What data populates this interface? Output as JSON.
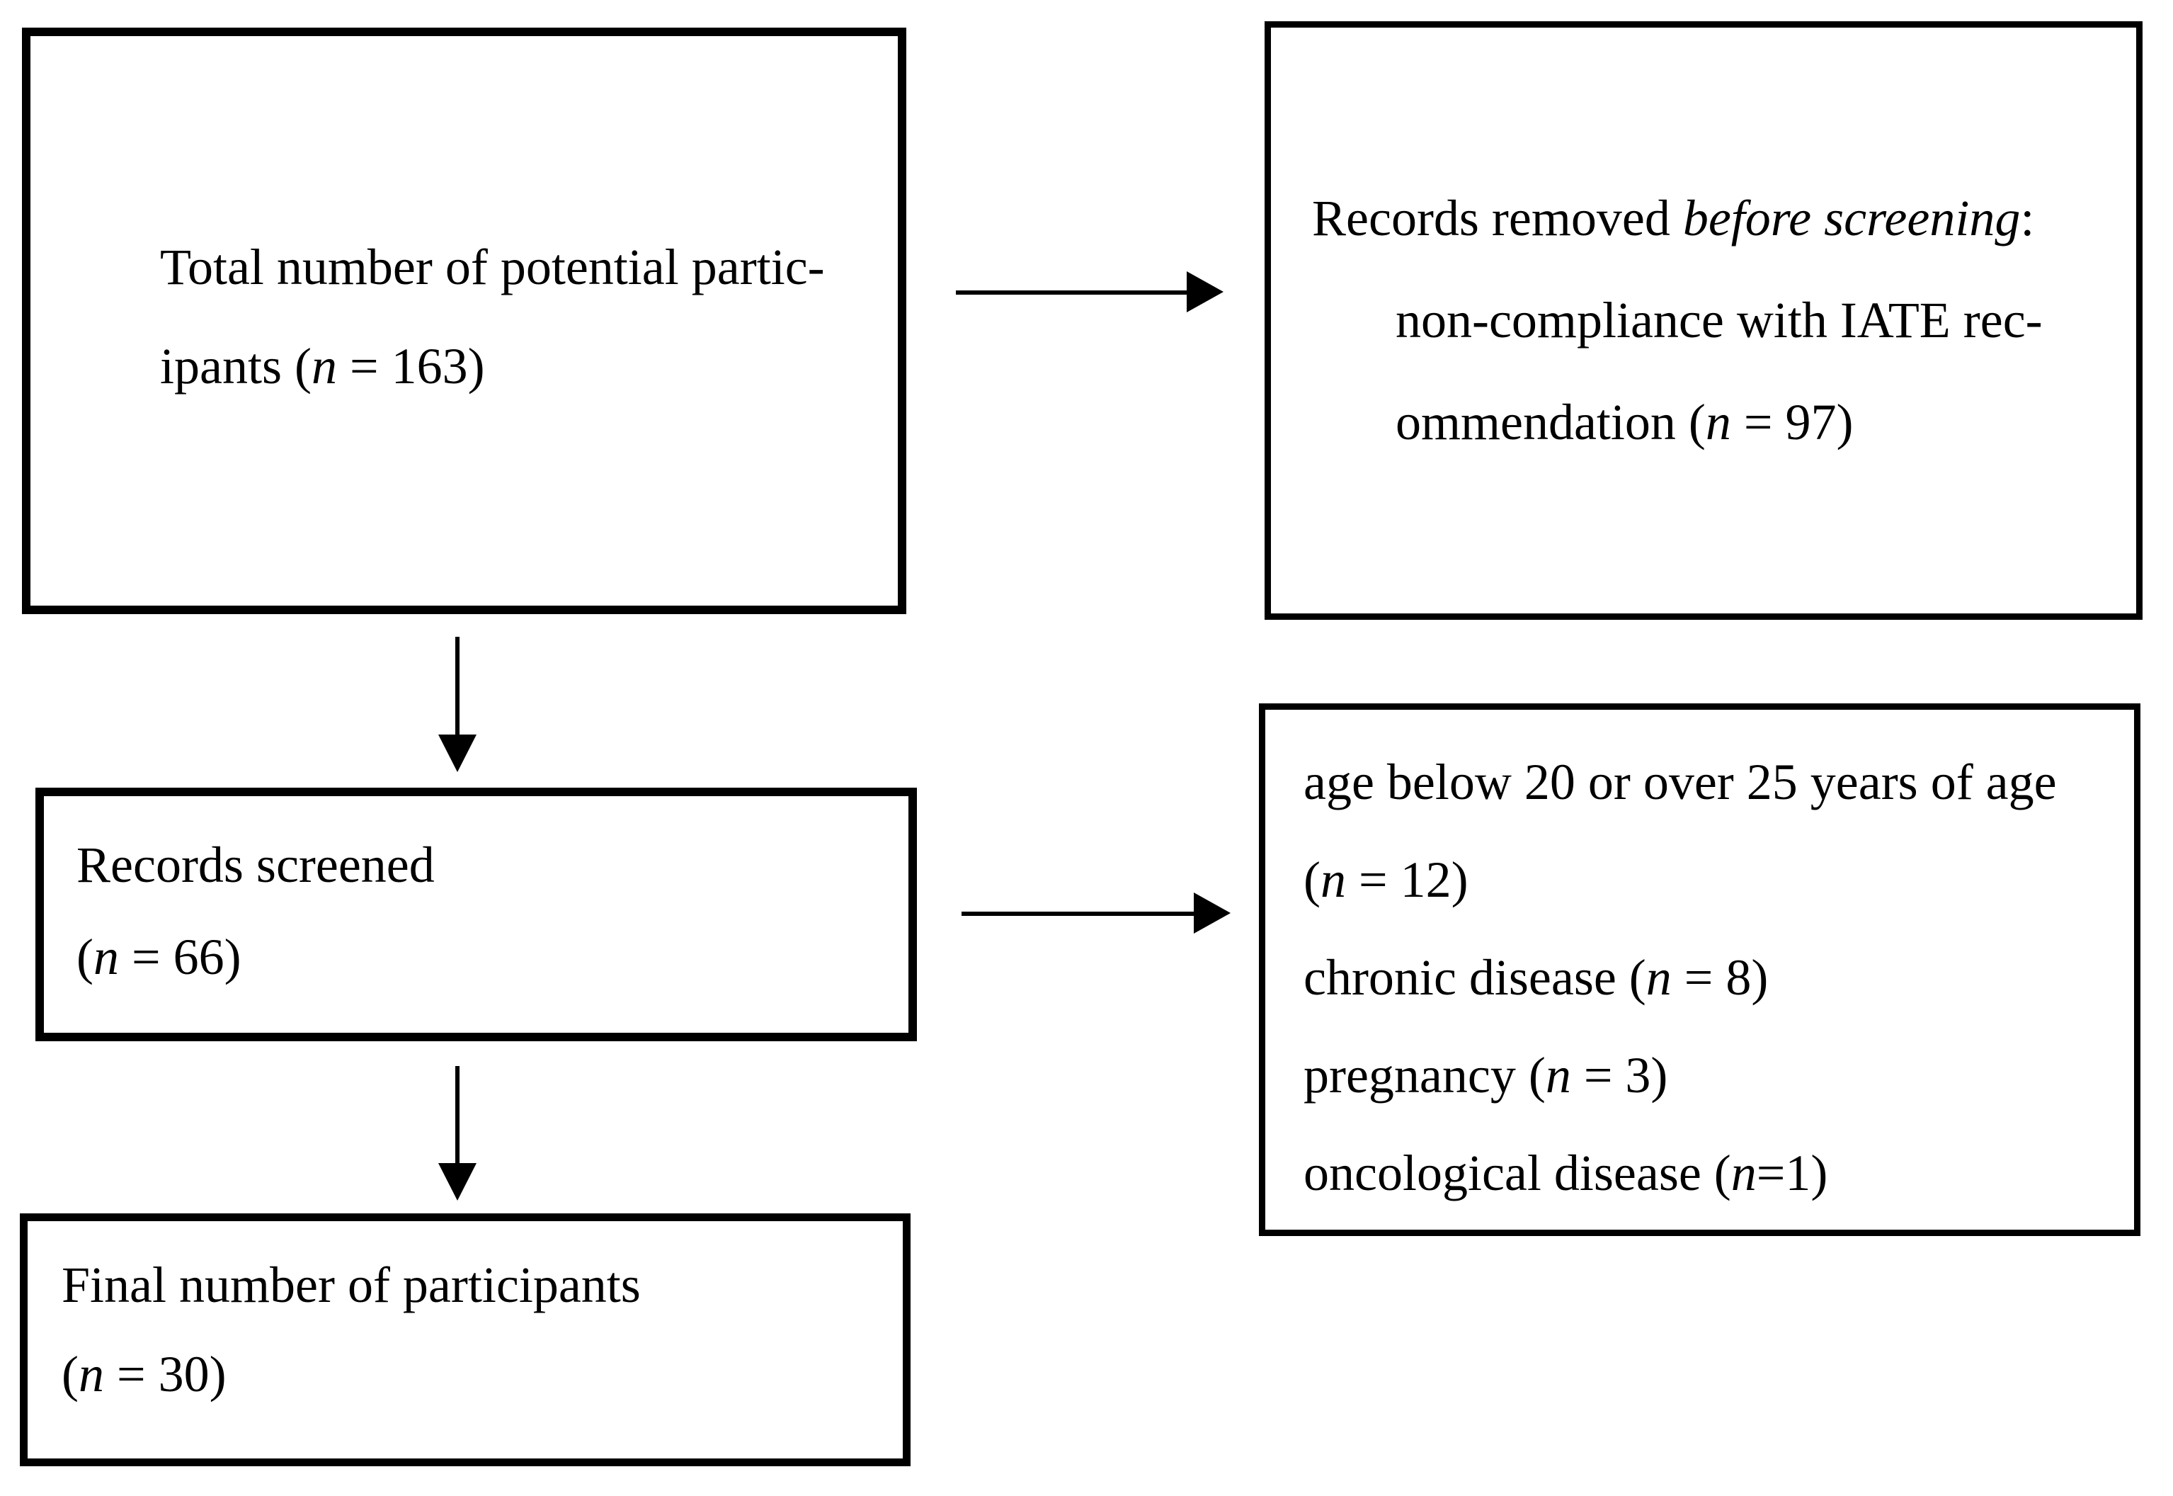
{
  "canvas": {
    "background": "#ffffff",
    "stroke_color": "#000000"
  },
  "boxes": {
    "total": {
      "line1": "Total number of potential partic-",
      "line2_pre": "ipants (",
      "line2_var": "n",
      "line2_post": " = 163)"
    },
    "removed": {
      "line1_pre": "Records removed ",
      "line1_italic": "before screening",
      "line1_post": ":",
      "line2": "non-compliance with IATE rec-",
      "line3_pre": "ommendation (",
      "line3_var": "n",
      "line3_post": " = 97)"
    },
    "screened": {
      "line1": "Records screened",
      "line2_pre": "(",
      "line2_var": "n",
      "line2_post": " = 66)"
    },
    "exclusions": {
      "line1": "age below 20 or over 25 years of age",
      "line2_pre": "(",
      "line2_var": "n",
      "line2_post": " = 12)",
      "line3_pre": "chronic disease (",
      "line3_var": "n",
      "line3_post": " = 8)",
      "line4_pre": "pregnancy (",
      "line4_var": "n",
      "line4_post": " = 3)",
      "line5_pre": "oncological disease (",
      "line5_var": "n",
      "line5_post": "=1)"
    },
    "final": {
      "line1": "Final number of participants",
      "line2_pre": "(",
      "line2_var": "n",
      "line2_post": " = 30)"
    }
  },
  "flow": [
    {
      "from": "total",
      "to": "removed",
      "direction": "right"
    },
    {
      "from": "total",
      "to": "screened",
      "direction": "down"
    },
    {
      "from": "screened",
      "to": "exclusions",
      "direction": "right"
    },
    {
      "from": "screened",
      "to": "final",
      "direction": "down"
    }
  ]
}
